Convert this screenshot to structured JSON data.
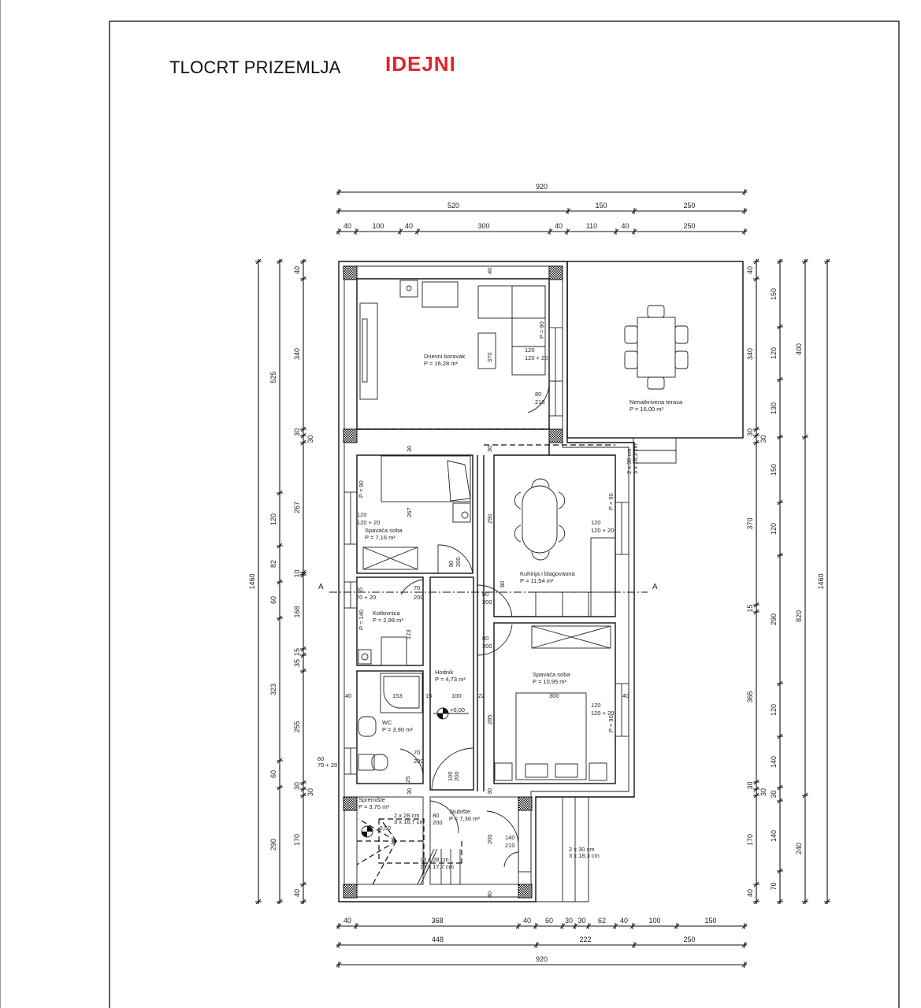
{
  "title": "TLOCRT PRIZEMLJA",
  "stamp": "IDEJNI",
  "colors": {
    "stamp": "#e2232a",
    "lines": "#111111"
  },
  "section_marker": "A",
  "rooms": [
    {
      "name": "Dnevni boravak",
      "area": "P =  16,28 m²"
    },
    {
      "name": "Nenatkrivena terasa",
      "area": "P =  16,00 m²"
    },
    {
      "name": "Spavaća soba",
      "area": "P =  7,16 m²"
    },
    {
      "name": "Kuhinja i blagovaona",
      "area": "P =  11,54 m²"
    },
    {
      "name": "Kotlovnica",
      "area": "P =  2,98 m²"
    },
    {
      "name": "Hodnik",
      "area": "P =  4,73 m²"
    },
    {
      "name": "Spavaća soba",
      "area": "P =  10,95 m²"
    },
    {
      "name": "WC",
      "area": "P =  3,90 m²"
    },
    {
      "name": "Spremište",
      "area": "P =  3,75 m²"
    },
    {
      "name": "Stubište",
      "area": "P =  7,36 m²"
    }
  ],
  "dimensions": {
    "top_total": [
      "920"
    ],
    "top_mid": [
      "520",
      "150",
      "250"
    ],
    "top_detail": [
      "40",
      "100",
      "40",
      "300",
      "40",
      "110",
      "40",
      "250"
    ],
    "bottom_detail": [
      "40",
      "368",
      "40",
      "60",
      "30",
      "30",
      "62",
      "40",
      "100",
      "150"
    ],
    "bottom_mid": [
      "448",
      "222",
      "250"
    ],
    "bottom_total": [
      "920"
    ],
    "left_total": [
      "1460"
    ],
    "left_mid": [
      "525",
      "120",
      "82",
      "60",
      "323",
      "60",
      "290"
    ],
    "left_detail": [
      "40",
      "340",
      "30",
      "30",
      "267",
      "10",
      "168",
      "15",
      "35",
      "255",
      "30",
      "30",
      "170",
      "40"
    ],
    "right_detail": [
      "40",
      "340",
      "30",
      "30",
      "370",
      "15",
      "365",
      "30",
      "30",
      "170",
      "40"
    ],
    "right_openings": [
      "150",
      "120",
      "130",
      "150",
      "120",
      "290",
      "120",
      "140",
      "30",
      "140",
      "70"
    ],
    "right_mid": [
      "400",
      "820",
      "240"
    ],
    "right_total": [
      "1460"
    ]
  },
  "annotations": [
    "40",
    "370",
    "P = 90",
    "120",
    "120 + 20",
    "80",
    "210",
    "30",
    "30",
    "P = 90",
    "120",
    "120 + 20",
    "267",
    "290",
    "P = 90",
    "120",
    "120 + 20",
    "80",
    "200",
    "80",
    "60",
    "70 + 20",
    "P = 140",
    "70",
    "200",
    "80",
    "200",
    "80",
    "200",
    "123",
    "153",
    "15",
    "100",
    "22",
    "300",
    "40",
    "40",
    "285",
    "120",
    "120 + 20",
    "P = 90",
    "70",
    "200",
    "100",
    "200",
    "60",
    "70 + 20",
    "30",
    "30",
    "25",
    "2 x 28 cm",
    "3 x 16,7 cm",
    "80",
    "200",
    "200",
    "140",
    "210",
    "2 x 30 cm",
    "3 x 18,3 cm",
    "18 x 28 cm",
    "18 x 17,7 cm",
    "-0,50",
    "40",
    "2 x 30 cm",
    "3 x 18,3 cm",
    "+0,00"
  ]
}
